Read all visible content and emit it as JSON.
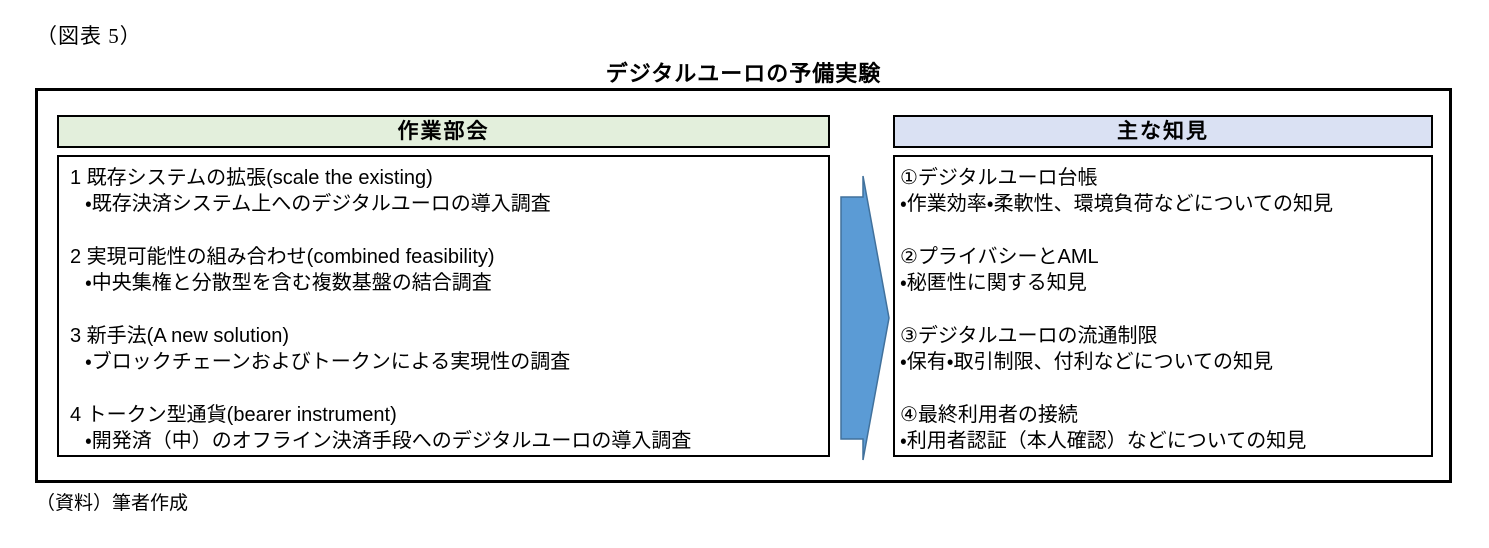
{
  "figure_label": "（図表 5）",
  "title": "デジタルユーロの予備実験",
  "source_note": "（資料）筆者作成",
  "colors": {
    "left_header_bg": "#e3efdc",
    "right_header_bg": "#dae1f3",
    "arrow_fill": "#5b9bd5",
    "arrow_stroke": "#41719c",
    "border": "#000000"
  },
  "left_panel": {
    "header": "作業部会",
    "items": [
      {
        "title": "1 既存システムの拡張(scale the existing)",
        "detail": "・既存決済システム上へのデジタルユーロの導入調査"
      },
      {
        "title": "2 実現可能性の組み合わせ(combined feasibility)",
        "detail": "・中央集権と分散型を含む複数基盤の結合調査"
      },
      {
        "title": "3 新手法(A new solution)",
        "detail": "・ブロックチェーンおよびトークンによる実現性の調査"
      },
      {
        "title": "4 トークン型通貨(bearer instrument)",
        "detail": "・開発済（中）のオフライン決済手段へのデジタルユーロの導入調査"
      }
    ]
  },
  "right_panel": {
    "header": "主な知見",
    "items": [
      {
        "title": "①デジタルユーロ台帳",
        "detail": "・作業効率・柔軟性、環境負荷などについての知見"
      },
      {
        "title": "②プライバシーとAML",
        "detail": "・秘匿性に関する知見"
      },
      {
        "title": "③デジタルユーロの流通制限",
        "detail": "・保有・取引制限、付利などについての知見"
      },
      {
        "title": "④最終利用者の接続",
        "detail": "・利用者認証（本人確認）などについての知見"
      }
    ]
  },
  "arrow": {
    "direction": "right"
  }
}
